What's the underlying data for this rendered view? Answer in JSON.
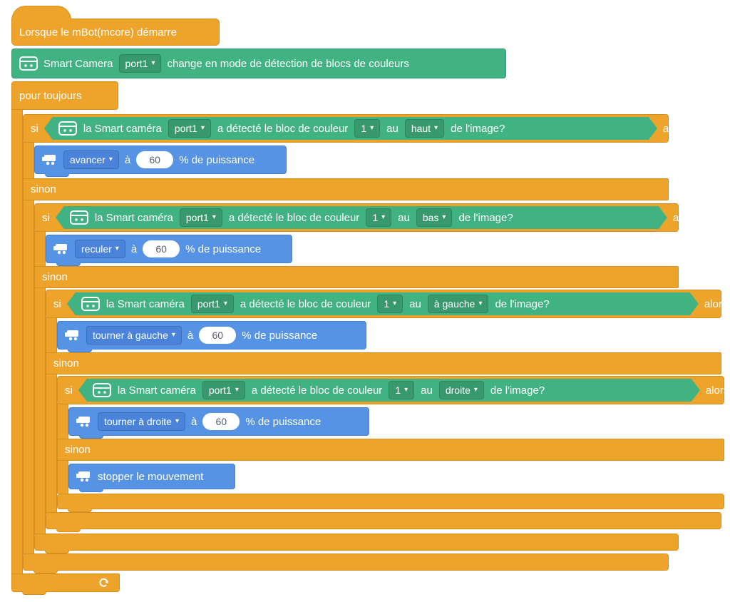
{
  "colors": {
    "control": "#EEA32B",
    "control_border": "#D68F1F",
    "camera": "#41B281",
    "camera_border": "#35976B",
    "camera_field": "#37996C",
    "motion": "#5693E4",
    "motion_border": "#4680D1",
    "motion_field": "#4A83D9",
    "number_text": "#575E75"
  },
  "icons": {
    "dropdown_arrow": "▾"
  },
  "keywords": {
    "si": "si",
    "alors": "alors",
    "sinon": "sinon"
  },
  "hat": {
    "label": "Lorsque le mBot(mcore) démarre"
  },
  "camera_setup": {
    "title": "Smart Camera",
    "port": "port1",
    "label": "change en mode de détection de blocs de couleurs"
  },
  "forever": {
    "label": "pour toujours"
  },
  "conditions": [
    {
      "prefix": "la Smart caméra",
      "port": "port1",
      "detect": "a détecté le bloc de couleur",
      "color": "1",
      "au": "au",
      "position": "haut",
      "suffix": "de l'image?"
    },
    {
      "prefix": "la Smart caméra",
      "port": "port1",
      "detect": "a détecté le bloc de couleur",
      "color": "1",
      "au": "au",
      "position": "bas",
      "suffix": "de l'image?"
    },
    {
      "prefix": "la Smart caméra",
      "port": "port1",
      "detect": "a détecté le bloc de couleur",
      "color": "1",
      "au": "au",
      "position": "à gauche",
      "suffix": "de l'image?"
    },
    {
      "prefix": "la Smart caméra",
      "port": "port1",
      "detect": "a détecté le bloc de couleur",
      "color": "1",
      "au": "au",
      "position": "droite",
      "suffix": "de l'image?"
    }
  ],
  "actions": [
    {
      "verb": "avancer",
      "a": "à",
      "power": "60",
      "suffix": "% de puissance"
    },
    {
      "verb": "reculer",
      "a": "à",
      "power": "60",
      "suffix": "% de puissance"
    },
    {
      "verb": "tourner à gauche",
      "a": "à",
      "power": "60",
      "suffix": "% de puissance"
    },
    {
      "verb": "tourner à droite",
      "a": "à",
      "power": "60",
      "suffix": "% de puissance"
    }
  ],
  "stop_label": "stopper le mouvement"
}
